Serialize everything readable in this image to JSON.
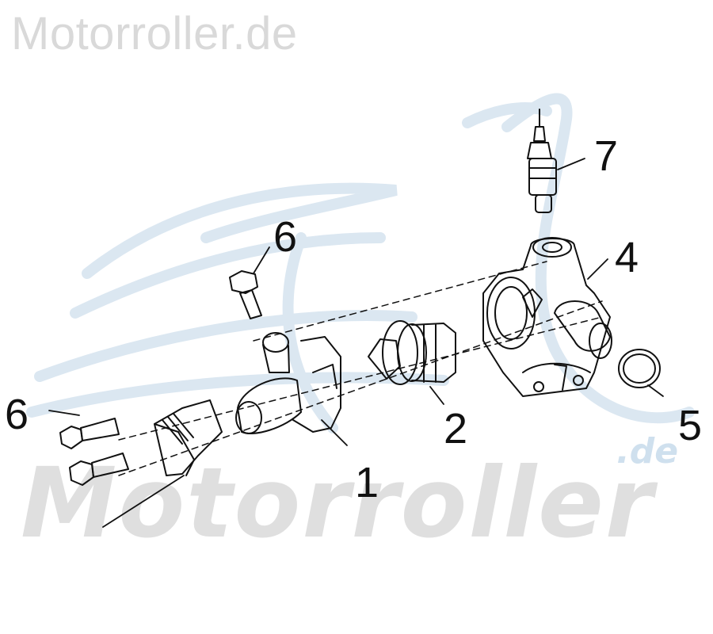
{
  "watermarks": {
    "header": "Motorroller.de",
    "big": "Motorroller",
    "de": ".de"
  },
  "callouts": {
    "c1": "1",
    "c2": "2",
    "c4": "4",
    "c5": "5",
    "c6a": "6",
    "c6b": "6",
    "c7": "7"
  },
  "colors": {
    "outline": "#111111",
    "watermark_logo": "#dbe7f1",
    "watermark_text": "#dcdcdc"
  }
}
